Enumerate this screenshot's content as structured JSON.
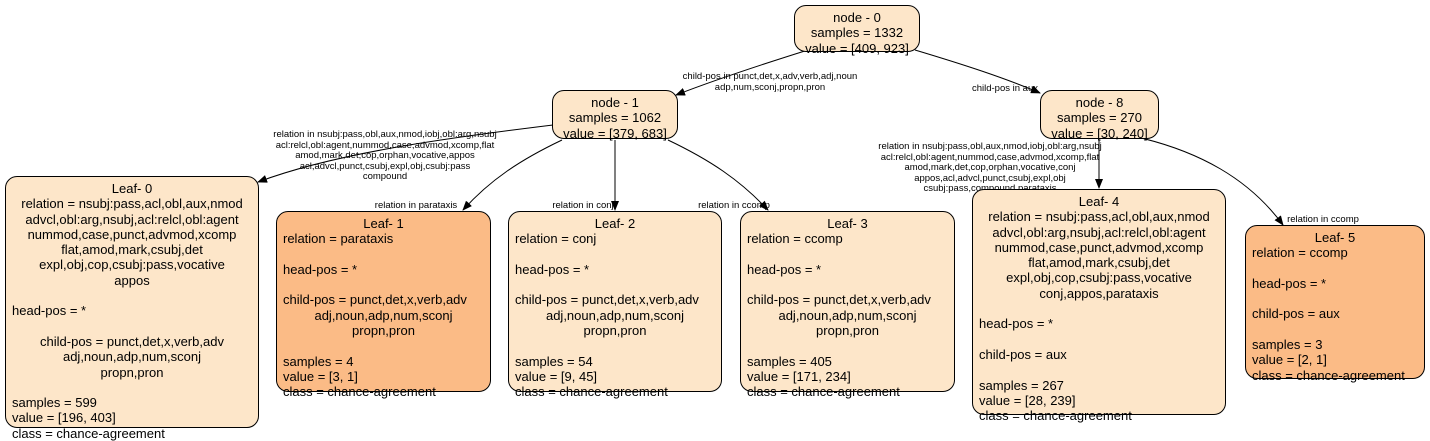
{
  "nodes": {
    "node0": {
      "lines": [
        "node - 0",
        "samples = 1332",
        "value = [409, 923]"
      ],
      "fill": "#fde6c9"
    },
    "node1": {
      "lines": [
        "node - 1",
        "samples = 1062",
        "value = [379, 683]"
      ],
      "fill": "#fde6c9"
    },
    "node8": {
      "lines": [
        "node - 8",
        "samples = 270",
        "value = [30, 240]"
      ],
      "fill": "#fde6c9"
    },
    "leaf0": {
      "lines": [
        "Leaf- 0",
        "relation = nsubj:pass,acl,obl,aux,nmod",
        "advcl,obl:arg,nsubj,acl:relcl,obl:agent",
        "nummod,case,punct,advmod,xcomp",
        "flat,amod,mark,csubj,det",
        "expl,obj,cop,csubj:pass,vocative",
        "appos",
        "",
        "head-pos = *",
        "",
        "child-pos = punct,det,x,verb,adv",
        "adj,noun,adp,num,sconj",
        "propn,pron",
        "",
        "samples = 599",
        "value = [196, 403]",
        "class = chance-agreement"
      ],
      "fill": "#fde6c9"
    },
    "leaf1": {
      "lines": [
        "Leaf- 1",
        "relation = parataxis",
        "",
        "head-pos = *",
        "",
        "child-pos = punct,det,x,verb,adv",
        "adj,noun,adp,num,sconj",
        "propn,pron",
        "",
        "samples = 4",
        "value = [3, 1]",
        "class = chance-agreement"
      ],
      "fill": "#fbbb86"
    },
    "leaf2": {
      "lines": [
        "Leaf- 2",
        "relation = conj",
        "",
        "head-pos = *",
        "",
        "child-pos = punct,det,x,verb,adv",
        "adj,noun,adp,num,sconj",
        "propn,pron",
        "",
        "samples = 54",
        "value = [9, 45]",
        "class = chance-agreement"
      ],
      "fill": "#fde6c9"
    },
    "leaf3": {
      "lines": [
        "Leaf- 3",
        "relation = ccomp",
        "",
        "head-pos = *",
        "",
        "child-pos = punct,det,x,verb,adv",
        "adj,noun,adp,num,sconj",
        "propn,pron",
        "",
        "samples = 405",
        "value = [171, 234]",
        "class = chance-agreement"
      ],
      "fill": "#fde6c9"
    },
    "leaf4": {
      "lines": [
        "Leaf- 4",
        "relation = nsubj:pass,acl,obl,aux,nmod",
        "advcl,obl:arg,nsubj,acl:relcl,obl:agent",
        "nummod,case,punct,advmod,xcomp",
        "flat,amod,mark,csubj,det",
        "expl,obj,cop,csubj:pass,vocative",
        "conj,appos,parataxis",
        "",
        "head-pos = *",
        "",
        "child-pos = aux",
        "",
        "samples = 267",
        "value = [28, 239]",
        "class = chance-agreement"
      ],
      "fill": "#fde6c9"
    },
    "leaf5": {
      "lines": [
        "Leaf- 5",
        "relation = ccomp",
        "",
        "head-pos = *",
        "",
        "child-pos = aux",
        "",
        "samples = 3",
        "value = [2, 1]",
        "class = chance-agreement"
      ],
      "fill": "#fbbb86"
    }
  },
  "edges": {
    "e0_1": {
      "label": [
        "child-pos in punct,det,x,adv,verb,adj,noun",
        "adp,num,sconj,propn,pron"
      ]
    },
    "e0_8": {
      "label": [
        "child-pos in aux"
      ]
    },
    "e1_l0": {
      "label": [
        "relation in nsubj:pass,obl,aux,nmod,iobj,obl:arg,nsubj",
        "acl:relcl,obl:agent,nummod,case,advmod,xcomp,flat",
        "amod,mark,det,cop,orphan,vocative,appos",
        "acl,advcl,punct,csubj,expl,obj,csubj:pass",
        "compound"
      ]
    },
    "e1_l1": {
      "label": [
        "relation in parataxis"
      ]
    },
    "e1_l2": {
      "label": [
        "relation in conj"
      ]
    },
    "e1_l3": {
      "label": [
        "relation in ccomp"
      ]
    },
    "e8_l4": {
      "label": [
        "relation in nsubj:pass,obl,aux,nmod,iobj,obl:arg,nsubj",
        "acl:relcl,obl:agent,nummod,case,advmod,xcomp,flat",
        "amod,mark,det,cop,orphan,vocative,conj",
        "appos,acl,advcl,punct,csubj,expl,obj",
        "csubj:pass,compound,parataxis"
      ]
    },
    "e8_l5": {
      "label": [
        "relation in ccomp"
      ]
    }
  }
}
